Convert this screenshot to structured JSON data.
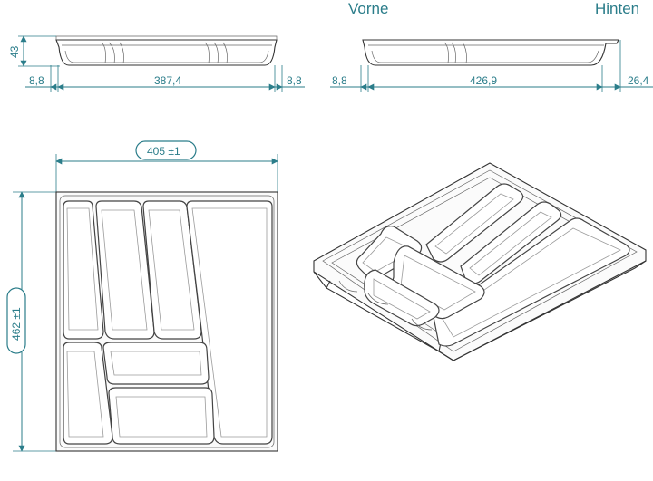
{
  "views": {
    "front_label": "Vorne",
    "rear_label": "Hinten"
  },
  "dimensions": {
    "front_height": "43",
    "front_left_margin": "8,8",
    "front_width": "387,4",
    "front_right_margin": "8,8",
    "rear_left_margin": "8,8",
    "rear_width": "426,9",
    "rear_right_margin": "26,4",
    "top_width": "405 ±1",
    "top_depth": "462 ±1"
  },
  "colors": {
    "dimension": "#2b7d8a",
    "outline": "#333333"
  }
}
